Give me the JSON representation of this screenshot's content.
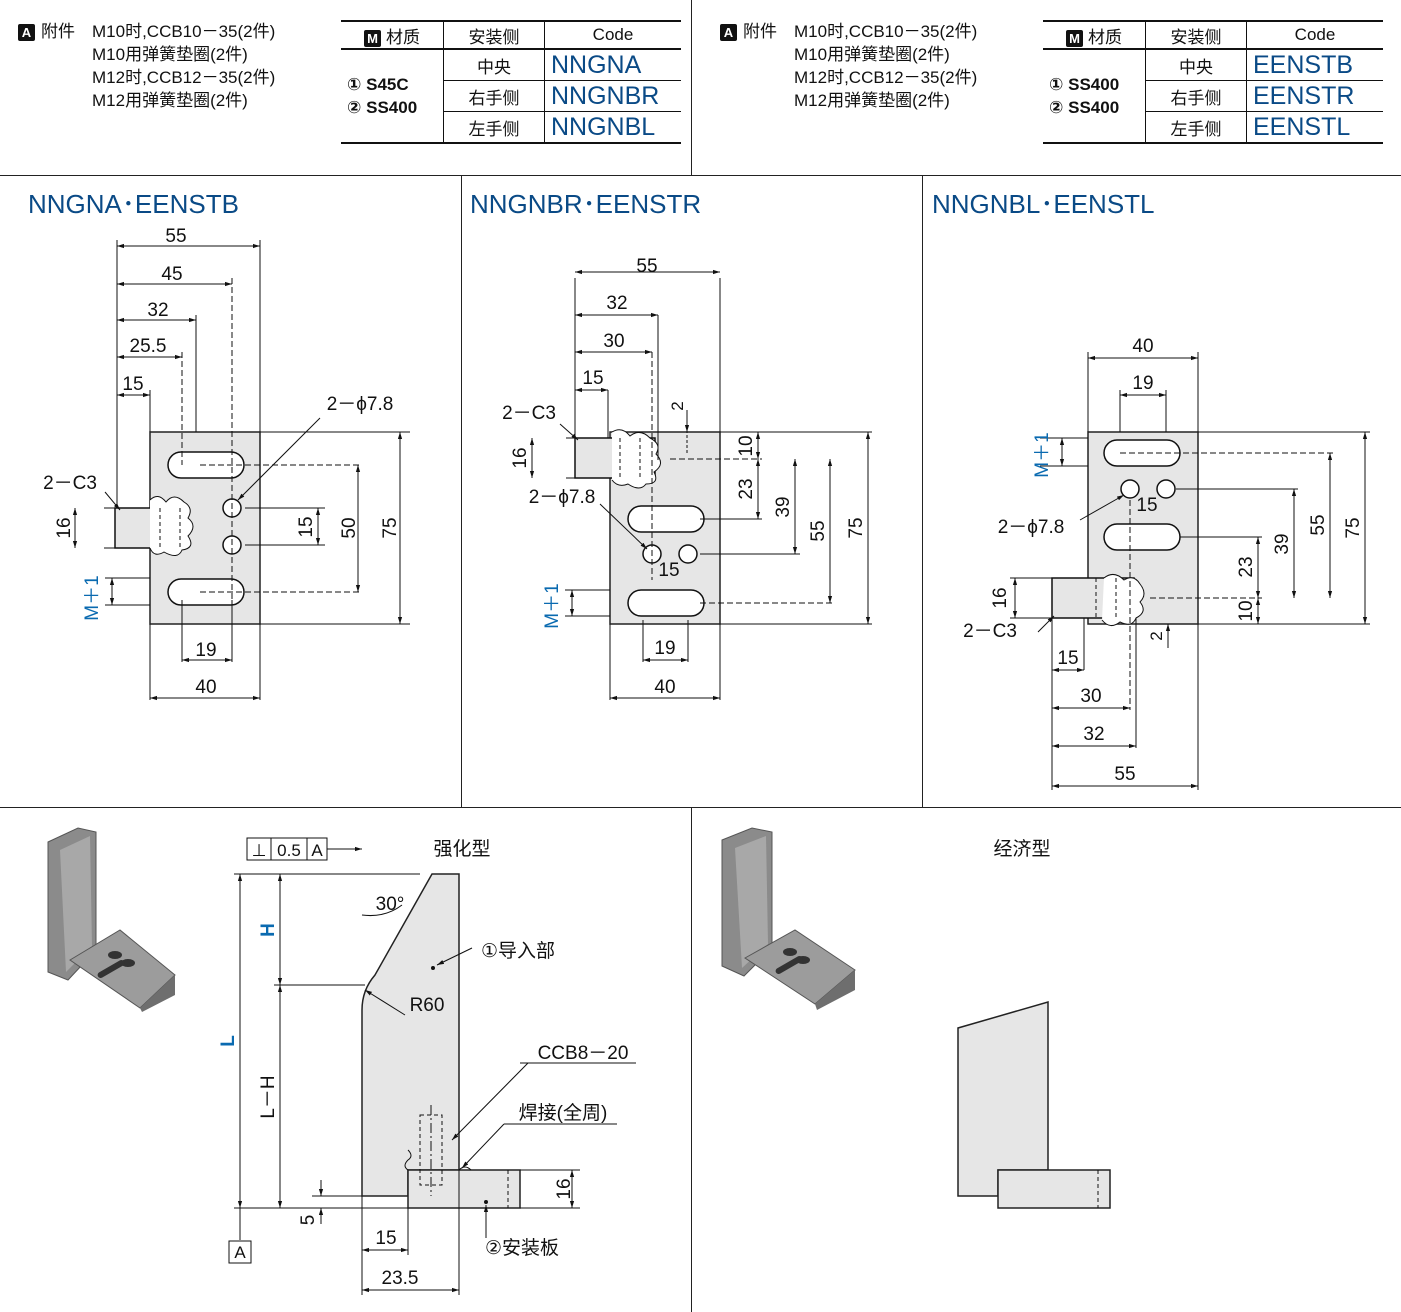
{
  "accessory_left": {
    "tag": "A",
    "label": "附件",
    "lines": [
      "M10时,CCB10－35(2件)",
      "M10用弹簧垫圈(2件)",
      "M12时,CCB12－35(2件)",
      "M12用弹簧垫圈(2件)"
    ]
  },
  "accessory_right": {
    "tag": "A",
    "label": "附件",
    "lines": [
      "M10时,CCB10－35(2件)",
      "M10用弹簧垫圈(2件)",
      "M12时,CCB12－35(2件)",
      "M12用弹簧垫圈(2件)"
    ]
  },
  "table_left": {
    "headers": {
      "material_tag": "M",
      "material": "材质",
      "side": "安装侧",
      "code": "Code"
    },
    "materials": [
      "① S45C",
      "② SS400"
    ],
    "rows": [
      {
        "side": "中央",
        "code": "NNGNA"
      },
      {
        "side": "右手侧",
        "code": "NNGNBR"
      },
      {
        "side": "左手侧",
        "code": "NNGNBL"
      }
    ]
  },
  "table_right": {
    "headers": {
      "material_tag": "M",
      "material": "材质",
      "side": "安装侧",
      "code": "Code"
    },
    "materials": [
      "① SS400",
      "② SS400"
    ],
    "rows": [
      {
        "side": "中央",
        "code": "EENSTB"
      },
      {
        "side": "右手侧",
        "code": "EENSTR"
      },
      {
        "side": "左手侧",
        "code": "EENSTL"
      }
    ]
  },
  "views": {
    "center": {
      "title": "NNGNA･EENSTB",
      "dims": {
        "w55": "55",
        "w45": "45",
        "w32": "32",
        "w25_5": "25.5",
        "w15": "15",
        "w19": "19",
        "w40": "40",
        "holes": "2－ϕ7.8",
        "chamfer": "2－C3",
        "h16": "16",
        "h15": "15",
        "h50": "50",
        "h75": "75",
        "m": "M＋1"
      }
    },
    "right": {
      "title": "NNGNBR･EENSTR",
      "dims": {
        "w55": "55",
        "w32": "32",
        "w30": "30",
        "w15": "15",
        "w2": "2",
        "chamfer": "2－C3",
        "h16": "16",
        "holes": "2－ϕ7.8",
        "h10": "10",
        "h23": "23",
        "h39": "39",
        "h55": "55",
        "h75": "75",
        "h15": "15",
        "m": "M＋1",
        "w19": "19",
        "w40": "40"
      }
    },
    "left": {
      "title": "NNGNBL･EENSTL",
      "dims": {
        "w40": "40",
        "w19": "19",
        "m": "M＋1",
        "holes": "2－ϕ7.8",
        "h15": "15",
        "h55": "55",
        "h75": "75",
        "h39": "39",
        "h23": "23",
        "h16": "16",
        "h10": "10",
        "chamfer": "2－C3",
        "w2": "2",
        "w15": "15",
        "w30": "30",
        "w32": "32",
        "w55": "55"
      }
    }
  },
  "reinforced": {
    "title": "强化型",
    "tolerance": {
      "symbol": "⊥",
      "value": "0.5",
      "datum": "A"
    },
    "angle": "30°",
    "radius": "R60",
    "part1": "①导入部",
    "part2": "②安装板",
    "bolt": "CCB8－20",
    "weld": "焊接(全周)",
    "L": "L",
    "H": "H",
    "LH": "L－H",
    "datum_bottom": "A",
    "d5": "5",
    "d15": "15",
    "d23_5": "23.5",
    "d16": "16"
  },
  "economy": {
    "title": "经济型"
  }
}
